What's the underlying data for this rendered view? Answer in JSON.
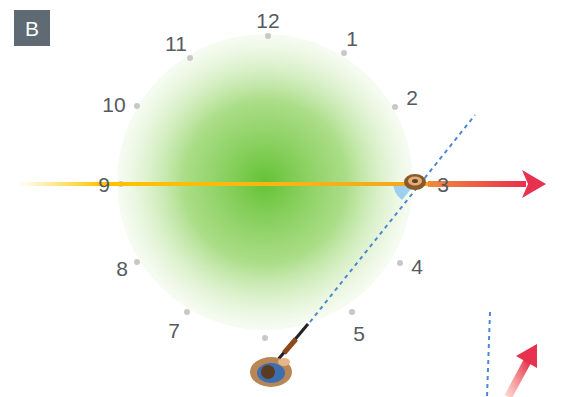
{
  "diagram": {
    "nodes": [
      {
        "text": [
          "B"
        ]
      }
    ],
    "labels": [
      "12",
      "11",
      "1",
      "10",
      "2",
      "9",
      "3",
      "8",
      "4",
      "7",
      "5"
    ]
  }
}
